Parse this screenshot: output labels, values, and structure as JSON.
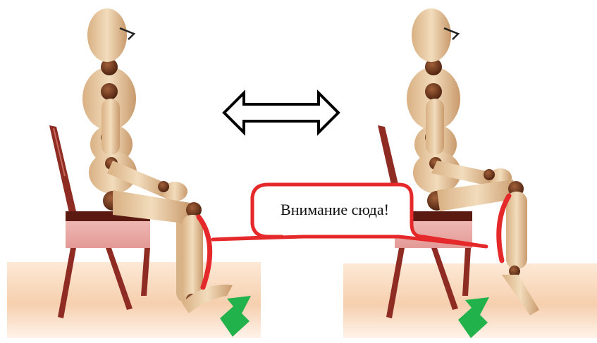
{
  "callout": {
    "text": "Внимание сюда!"
  },
  "colors": {
    "callout_border": "#e5282a",
    "muscle_mark": "#e5282a",
    "push_arrow": "#21b24b",
    "floor": "#fbe3cf",
    "chair": "#8e2b22",
    "seat": "#e7a7a2",
    "mannequin": "#e9c79d",
    "joint": "#6b3219"
  },
  "icons": {
    "swap": "double-headed-arrow",
    "push": "up-right-arrow"
  }
}
